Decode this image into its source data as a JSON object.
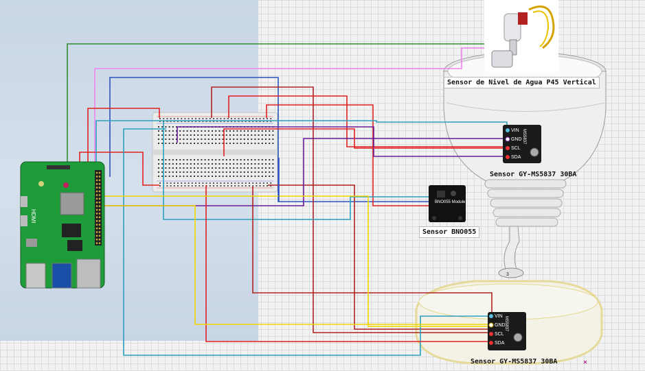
{
  "labels": {
    "water_sensor": "Sensor de Nivel de Agua P45 Vertical",
    "ms5837_top": "Sensor GY-MS5837 30BA",
    "bno055": "Sensor BNO055",
    "ms5837_bottom": "Sensor GY-MS5837 30BA"
  },
  "pins": {
    "vin": "VIN",
    "gnd": "GND",
    "scl": "SCL",
    "sda": "SDA"
  },
  "chips": {
    "ms5837_text": "MS5837",
    "hdmi_text": "HDMI",
    "bno_text": "BNO055 Module"
  },
  "colors": {
    "green": "#2e8b2e",
    "pink": "#ee82ee",
    "blue": "#2a52be",
    "red": "#e02020",
    "dark_red": "#b22222",
    "cyan": "#2aa0c0",
    "purple": "#6a1b9a",
    "yellow": "#f2d600"
  },
  "icons": [
    "raspberry-pi-board",
    "breadboard",
    "ms5837-sensor-board",
    "bno055-sensor-board",
    "water-level-float-sensor",
    "weather-station-model"
  ]
}
